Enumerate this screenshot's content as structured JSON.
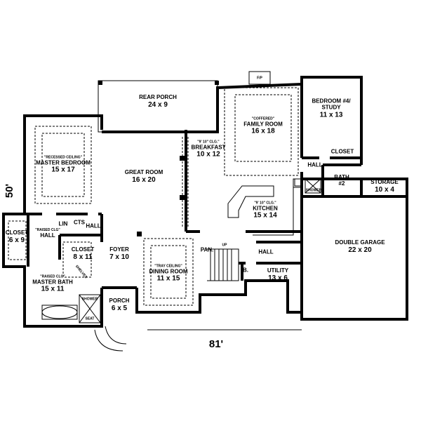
{
  "rooms": [
    {
      "name": "REAR PORCH",
      "size": "24 x 9"
    },
    {
      "name": "FAMILY ROOM",
      "size": "16 x 18",
      "note": "\"COFFERED\""
    },
    {
      "name": "BEDROOM #4/ STUDY",
      "size": "11 x 13"
    },
    {
      "name": "MASTER BEDROOM",
      "size": "15 x 17",
      "note": "\"RECESSED CEILING\""
    },
    {
      "name": "GREAT ROOM",
      "size": "16 x 20"
    },
    {
      "name": "BREAKFAST",
      "size": "10 x 12",
      "note": "\"9' 10\" CLG.\""
    },
    {
      "name": "KITCHEN",
      "size": "15 x 14",
      "note": "\"9' 10\" CLG.\""
    },
    {
      "name": "STORAGE",
      "size": "10 x 4"
    },
    {
      "name": "DOUBLE GARAGE",
      "size": "22 x 20"
    },
    {
      "name": "CLOSET",
      "size": "6 x 9"
    },
    {
      "name": "CLOSET",
      "size": "8 x 11"
    },
    {
      "name": "FOYER",
      "size": "7 x 10"
    },
    {
      "name": "DINING ROOM",
      "size": "11 x 15",
      "note": "\"TRAY CEILING\""
    },
    {
      "name": "MASTER BATH",
      "size": "15 x 11",
      "note": "\"RAISED CLG\""
    },
    {
      "name": "PORCH",
      "size": "6 x 5"
    },
    {
      "name": "UTILITY",
      "size": "13 x 6"
    },
    {
      "name": "BATH",
      "size": "#2"
    }
  ],
  "small_labels": {
    "fp": "F/P",
    "closet": "CLOSET",
    "hall_bed4": "HALL",
    "shower2": "SHOWER",
    "hall_kitchen": "HALL",
    "pantry": "PAN.",
    "up": "UP",
    "b": "B.",
    "lin": "LIN",
    "cts": "CTS",
    "hall_master": "HALL",
    "hall_closet": "HALL",
    "hall_closet_note": "\"RAISED CLG\"",
    "shelves": "SHELVES",
    "shower_master": "SHOWER",
    "seat": "SEAT"
  },
  "dimensions": {
    "depth": "50'",
    "width": "81'"
  }
}
